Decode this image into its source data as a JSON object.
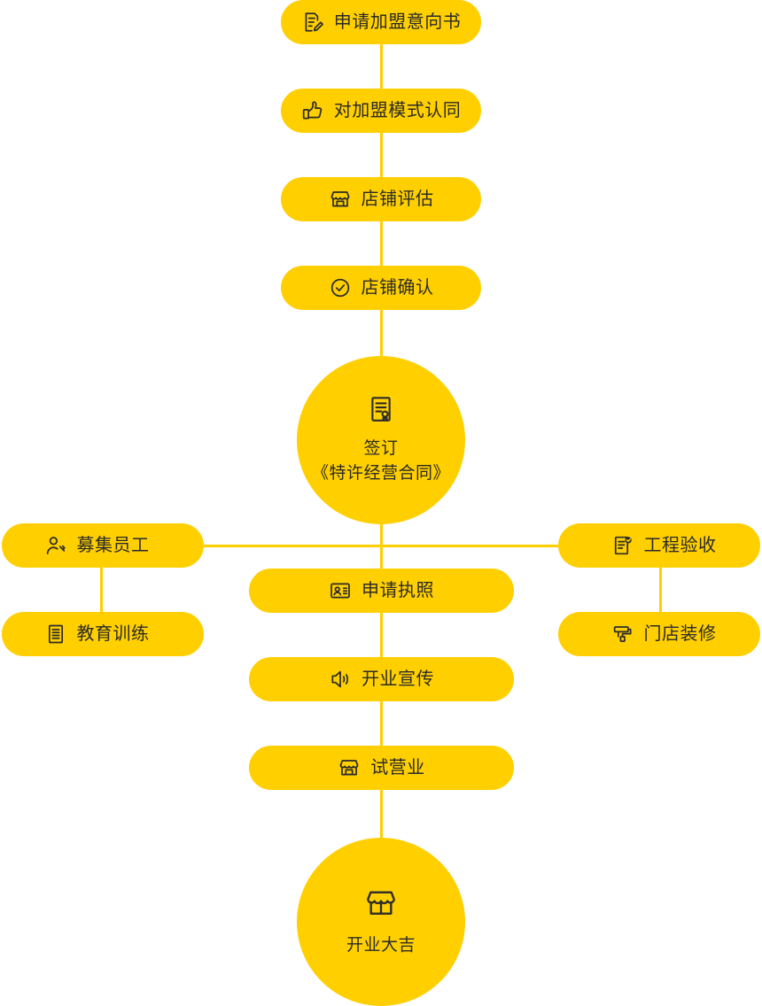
{
  "meta": {
    "title": "加盟开店流程图",
    "brand_color": "#FFCF00",
    "text_color": "#2b2b2b",
    "background": "#ffffff"
  },
  "flow": {
    "main_column": [
      {
        "id": "n1",
        "label": "申请加盟意向书",
        "icon": "document-edit-icon",
        "shape": "pill"
      },
      {
        "id": "n2",
        "label": "对加盟模式认同",
        "icon": "thumbs-up-icon",
        "shape": "pill"
      },
      {
        "id": "n3",
        "label": "店铺评估",
        "icon": "storefront-icon",
        "shape": "pill"
      },
      {
        "id": "n4",
        "label": "店铺确认",
        "icon": "check-circle-icon",
        "shape": "pill"
      },
      {
        "id": "n5",
        "label_line1": "签订",
        "label_line2": "《特许经营合同》",
        "icon": "certificate-icon",
        "shape": "circle"
      },
      {
        "id": "n6",
        "label": "申请执照",
        "icon": "id-card-icon",
        "shape": "pill"
      },
      {
        "id": "n7",
        "label": "开业宣传",
        "icon": "speaker-icon",
        "shape": "pill"
      },
      {
        "id": "n8",
        "label": "试营业",
        "icon": "storefront-icon",
        "shape": "pill"
      },
      {
        "id": "n9",
        "label": "开业大吉",
        "icon": "storefront-icon",
        "shape": "circle"
      }
    ],
    "left_branch": [
      {
        "id": "l1",
        "label": "募集员工",
        "icon": "person-recruit-icon",
        "shape": "pill"
      },
      {
        "id": "l2",
        "label": "教育训练",
        "icon": "book-list-icon",
        "shape": "pill"
      }
    ],
    "right_branch": [
      {
        "id": "r1",
        "label": "工程验收",
        "icon": "document-approved-icon",
        "shape": "pill"
      },
      {
        "id": "r2",
        "label": "门店装修",
        "icon": "paint-roller-icon",
        "shape": "pill"
      }
    ]
  }
}
